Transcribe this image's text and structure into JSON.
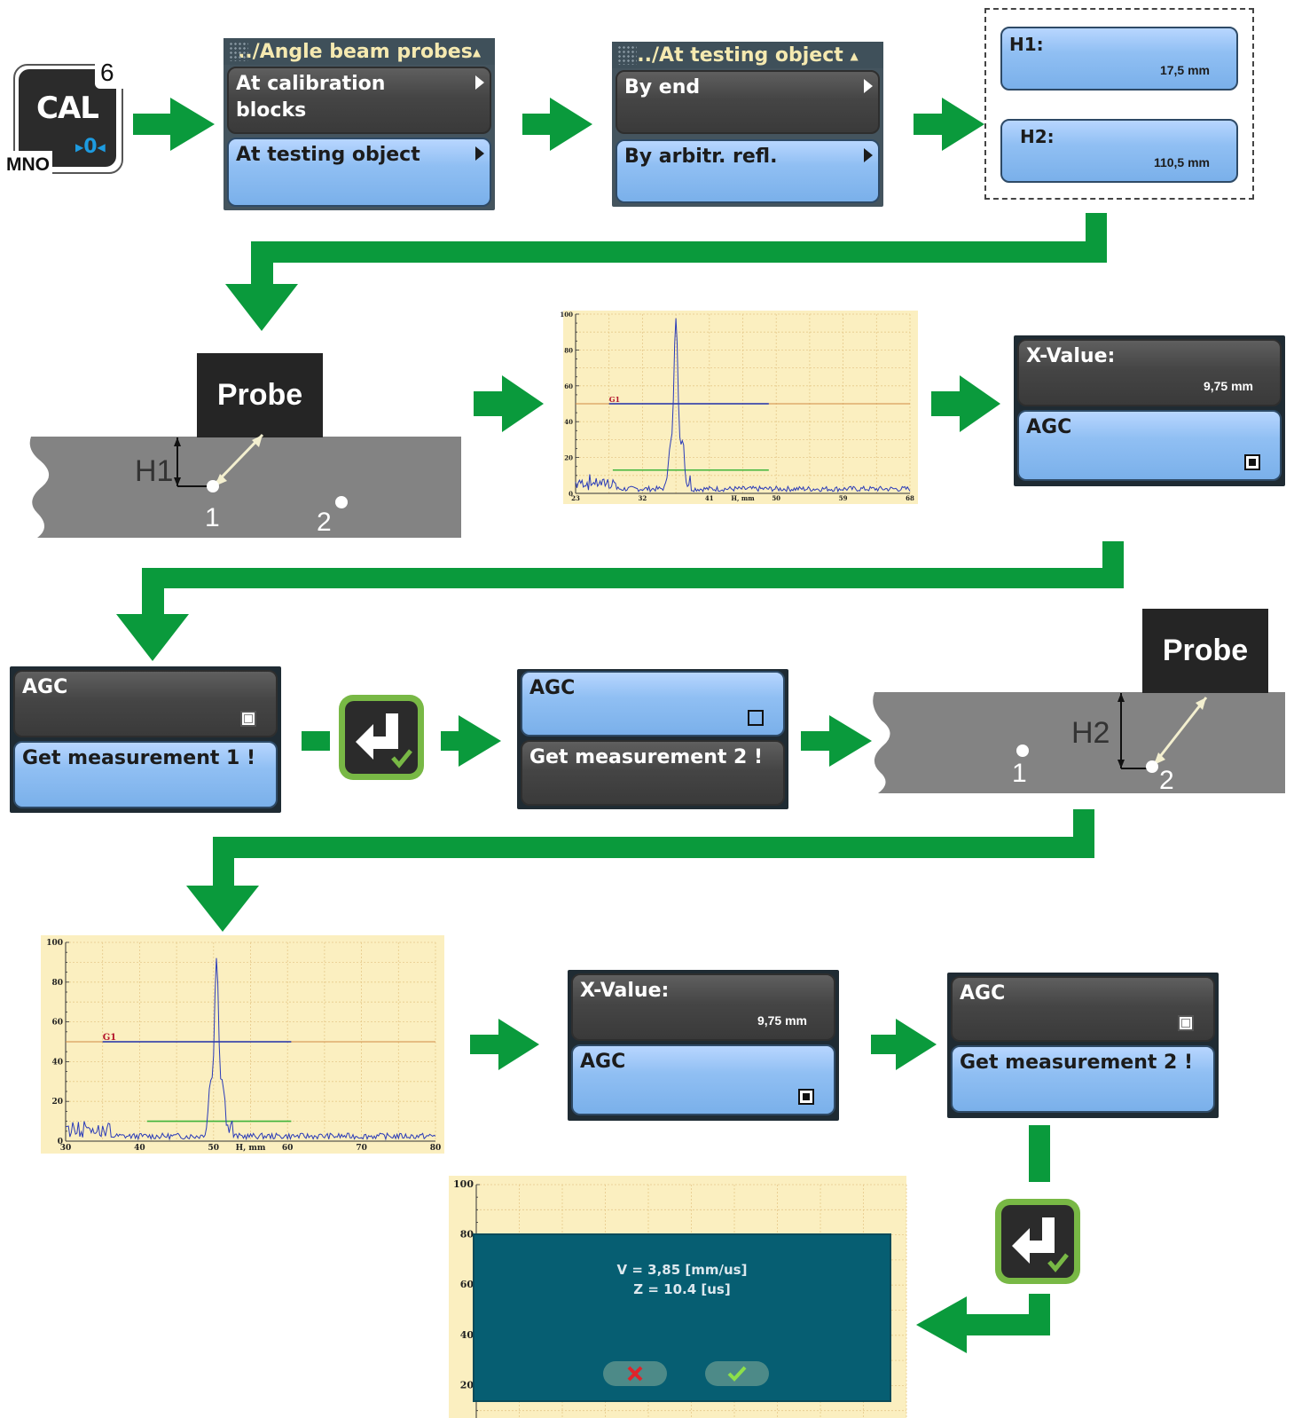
{
  "cal_key": {
    "label": "CAL",
    "number": "6",
    "letters": "MNO",
    "sub": "0"
  },
  "menu1": {
    "title": "../Angle beam probes",
    "item1": "At calibration blocks",
    "item1_line1": "At calibration",
    "item1_line2": "blocks",
    "item2": "At testing object"
  },
  "menu2": {
    "title": "../At testing object",
    "item1": "By end",
    "item2": "By arbitr. refl."
  },
  "h_panel": {
    "h1_label": "H1:",
    "h1_value": "17,5 mm",
    "h2_label": "H2:",
    "h2_value": "110,5 mm"
  },
  "probe_label": "Probe",
  "diagram1": {
    "h_label": "H1",
    "point1": "1",
    "point2": "2"
  },
  "diagram2": {
    "h_label": "H2",
    "point1": "1",
    "point2": "2"
  },
  "xvalue_menu": {
    "label": "X-Value:",
    "value": "9,75 mm",
    "agc": "AGC"
  },
  "agc_menu1": {
    "agc": "AGC",
    "measure": "Get measurement 1 !"
  },
  "agc_menu2": {
    "agc": "AGC",
    "measure": "Get measurement 2 !"
  },
  "agc_menu3": {
    "agc": "AGC",
    "measure": "Get measurement 2 !"
  },
  "xvalue_menu2": {
    "label": "X-Value:",
    "value": "9,75 mm",
    "agc": "AGC"
  },
  "result_dialog": {
    "line1": "V = 3,85 [mm/us]",
    "line2": "Z = 10.4 [us]"
  },
  "colors": {
    "arrow": "#0a9a3c",
    "menu_bg": "#44545e",
    "chart_bg": "#fbefc0",
    "dialog_bg": "#065e72"
  },
  "chart_data": [
    {
      "type": "line",
      "x_ticks": [
        "23",
        "32",
        "41",
        "H, mm",
        "50",
        "59",
        "68"
      ],
      "y_ticks": [
        "0",
        "20",
        "40",
        "60",
        "80",
        "100"
      ],
      "gate_label": "G1",
      "ylim": [
        0,
        100
      ],
      "xlim": [
        23,
        68
      ],
      "gates": [
        {
          "name": "G1",
          "level": 50,
          "x_start": 23,
          "x_end": 49
        },
        {
          "name": "",
          "level": 13,
          "x_start": 28,
          "x_end": 49
        }
      ],
      "peak": {
        "x": 36.5,
        "y": 96
      }
    },
    {
      "type": "line",
      "x_ticks": [
        "30",
        "40",
        "50",
        "H, mm",
        "60",
        "70",
        "80"
      ],
      "y_ticks": [
        "0",
        "20",
        "40",
        "60",
        "80",
        "100"
      ],
      "gate_label": "G1",
      "ylim": [
        0,
        100
      ],
      "xlim": [
        30,
        80
      ],
      "gates": [
        {
          "name": "G1",
          "level": 50,
          "x_start": 30,
          "x_end": 60.5
        },
        {
          "name": "",
          "level": 10,
          "x_start": 41,
          "x_end": 60.5
        }
      ],
      "peak": {
        "x": 50.4,
        "y": 91
      }
    },
    {
      "type": "line",
      "y_ticks": [
        "100",
        "80",
        "60",
        "40",
        "20"
      ],
      "ylim": [
        0,
        100
      ]
    }
  ]
}
